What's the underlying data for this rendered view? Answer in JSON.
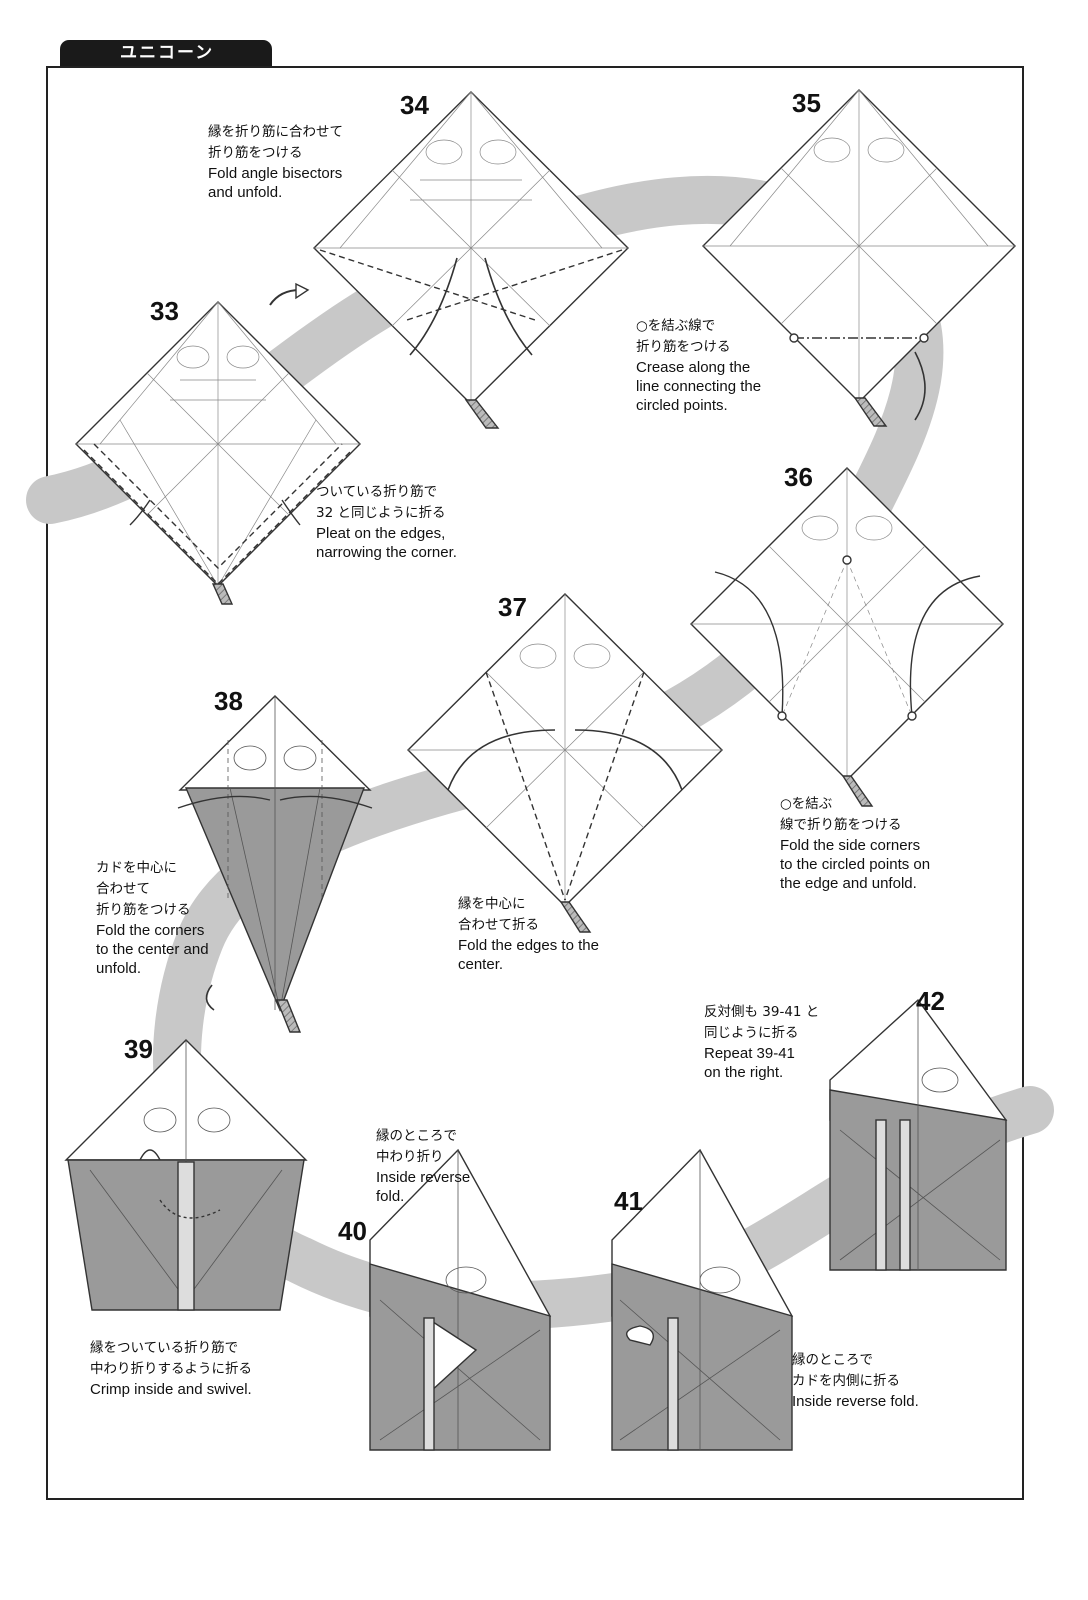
{
  "header": {
    "title": "ユニコーン"
  },
  "steps": [
    {
      "num": "33"
    },
    {
      "num": "34"
    },
    {
      "num": "35"
    },
    {
      "num": "36"
    },
    {
      "num": "37"
    },
    {
      "num": "38"
    },
    {
      "num": "39"
    },
    {
      "num": "40"
    },
    {
      "num": "41"
    },
    {
      "num": "42"
    }
  ],
  "captions": {
    "s34": {
      "jp1": "縁を折り筋に合わせて",
      "jp2": "折り筋をつける",
      "en1": "Fold angle bisectors",
      "en2": "and unfold."
    },
    "s35": {
      "jp1": "○を結ぶ線で",
      "jp2": "折り筋をつける",
      "en1": "Crease along the",
      "en2": "line connecting the",
      "en3": "circled points."
    },
    "s33": {
      "jp1": "ついている折り筋で",
      "jp2": "32 と同じように折る",
      "en1": "Pleat on the edges,",
      "en2": "narrowing the corner."
    },
    "s36": {
      "jp1": "○を結ぶ",
      "jp2": "線で折り筋をつける",
      "en1": "Fold the side corners",
      "en2": "to the circled points on",
      "en3": "the edge and unfold."
    },
    "s37": {
      "jp1": "縁を中心に",
      "jp2": "合わせて折る",
      "en1": "Fold the edges to the",
      "en2": "center."
    },
    "s38": {
      "jp1": "カドを中心に",
      "jp2": "合わせて",
      "jp3": "折り筋をつける",
      "en1": "Fold the corners",
      "en2": "to the center and",
      "en3": "unfold."
    },
    "s42": {
      "jp1": "反対側も 39-41 と",
      "jp2": "同じように折る",
      "en1": "Repeat 39-41",
      "en2": "on the right."
    },
    "s40": {
      "jp1": "縁のところで",
      "jp2": "中わり折り",
      "en1": "Inside reverse",
      "en2": "fold."
    },
    "s39": {
      "jp1": "縁をついている折り筋で",
      "jp2": "中わり折りするように折る",
      "en1": "Crimp inside and swivel."
    },
    "s41": {
      "jp1": "縁のところで",
      "jp2": "カドを内側に折る",
      "en1": "Inside reverse fold."
    }
  }
}
